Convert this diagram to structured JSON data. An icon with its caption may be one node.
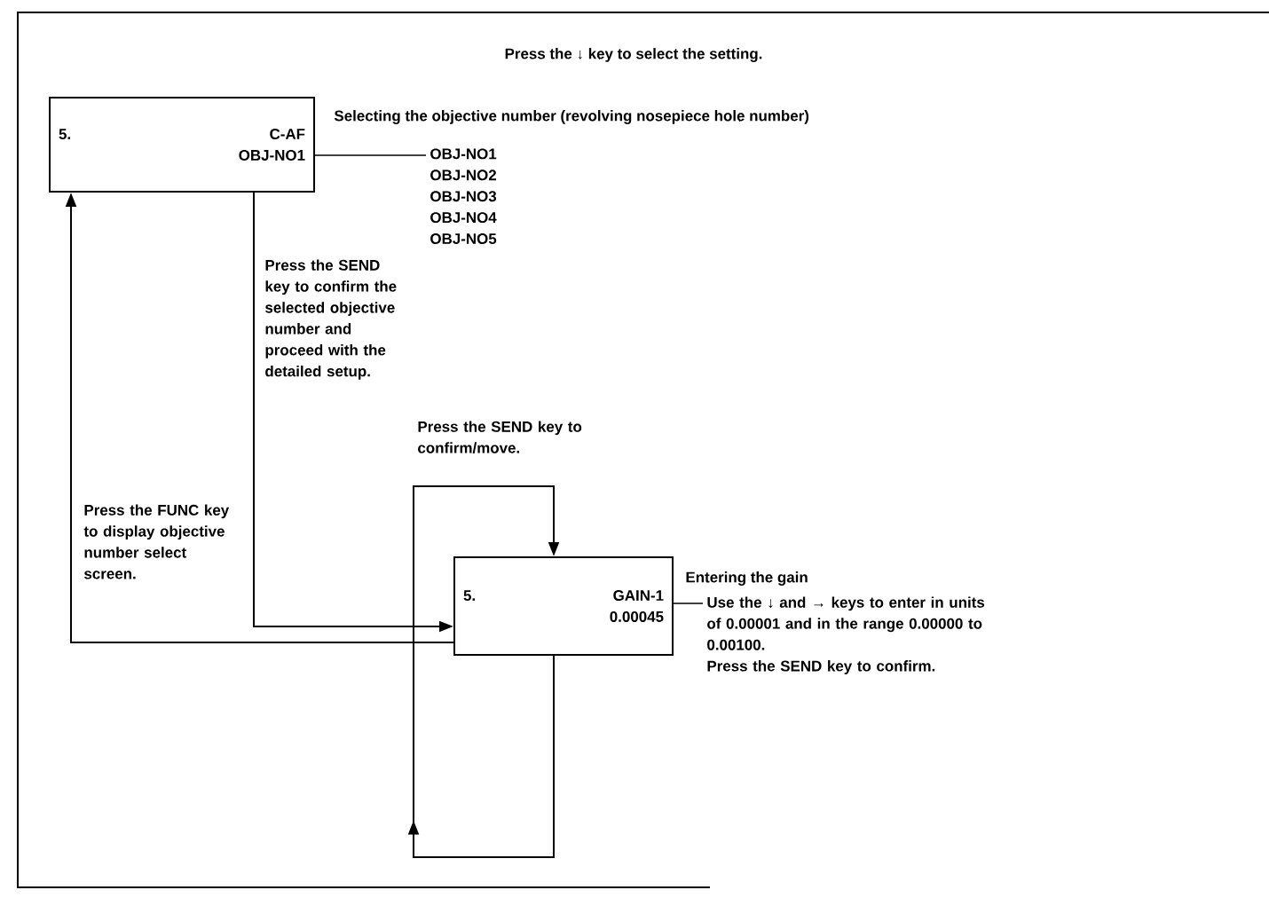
{
  "diagram": {
    "nodes": [
      {
        "text": [
          "5.",
          "C-AF",
          "OBJ-NO1"
        ],
        "beside": [
          "Selecting the objective number (revolving nosepiece hole number)"
        ]
      },
      {
        "text": [
          "OBJ-NO1",
          "OBJ-NO2",
          "OBJ-NO3",
          "OBJ-NO4",
          "OBJ-NO5"
        ]
      },
      {
        "text": [
          "5.",
          "GAIN-1",
          "0.00045"
        ],
        "beside": [
          "Entering the gain"
        ]
      },
      {
        "text": [
          "Use the ↓ and → keys to enter in units of 0.00001 and in the range 0.00000 to 0.00100.",
          "Press the SEND key to confirm."
        ]
      }
    ],
    "edges": [
      {
        "from": 0,
        "to": 1,
        "arrow": "none"
      },
      {
        "from": 2,
        "to": 3,
        "arrow": "none"
      },
      {
        "from": 0,
        "to": 2,
        "arrow": "to",
        "label": "Press the SEND key to confirm the selected objective number and proceed with the detailed setup."
      },
      {
        "from": 2,
        "to": 0,
        "arrow": "to",
        "label": "Press the FUNC key to display objective number select screen."
      },
      {
        "from": 2,
        "to": 2,
        "arrow": "to",
        "label": "Press the SEND key to confirm/move."
      }
    ],
    "labels": [
      "Press the ↓ key to select the setting."
    ]
  }
}
